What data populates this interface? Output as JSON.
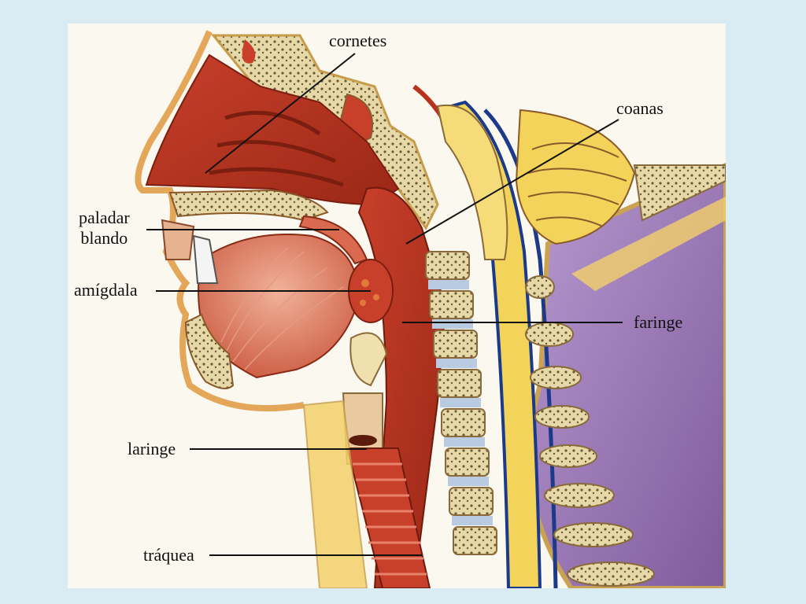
{
  "diagram": {
    "labels": {
      "cornetes": "cornetes",
      "coanas": "coanas",
      "paladar_line1": "paladar",
      "paladar_line2": "blando",
      "amigdala": "amígdala",
      "faringe": "faringe",
      "laringe": "laringe",
      "traquea": "tráquea"
    },
    "colors": {
      "background": "#d9ecf4",
      "panel": "#fbf8ef",
      "tissue_red": "#b8321f",
      "muscle": "#d96a4f",
      "bone": "#e9dcae",
      "yellow_fat": "#f3d35a",
      "purple_tissue": "#9a78b5",
      "nerve_blue": "#1c3a8a"
    }
  }
}
